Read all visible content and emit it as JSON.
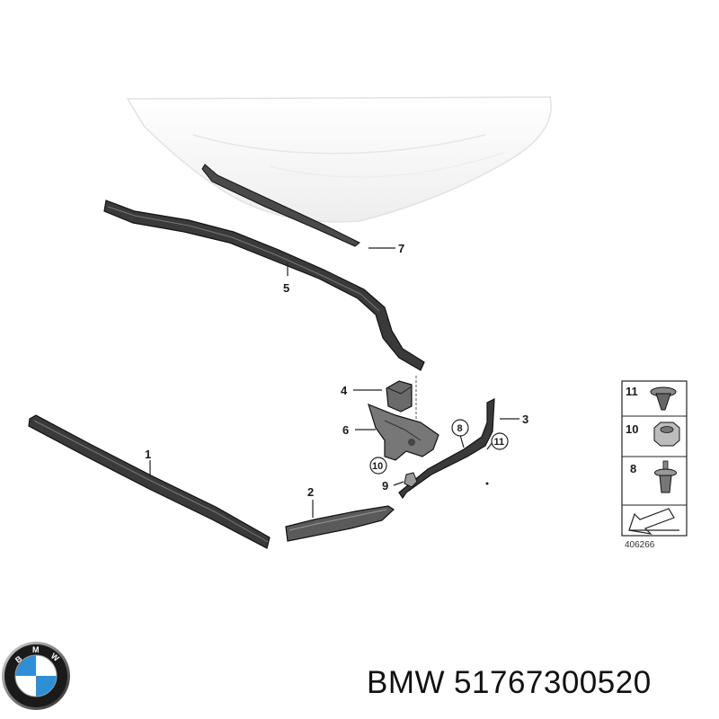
{
  "callouts": {
    "c1": "1",
    "c2": "2",
    "c3": "3",
    "c4": "4",
    "c5": "5",
    "c6": "6",
    "c7": "7",
    "c8": "8",
    "c9": "9",
    "c10": "10",
    "c11": "11"
  },
  "legend": {
    "items": [
      {
        "number": "11",
        "icon": "clip-nut-icon"
      },
      {
        "number": "10",
        "icon": "hex-nut-icon"
      },
      {
        "number": "8",
        "icon": "push-rivet-icon"
      }
    ],
    "reference_number": "406266"
  },
  "caption": {
    "brand": "BMW",
    "part_number": "51767300520"
  },
  "colors": {
    "part_fill": "#3a3a3a",
    "part_edge": "#111111",
    "bonnet_fill": "#f4f4f4",
    "bmw_blue": "#2f8fd6"
  }
}
